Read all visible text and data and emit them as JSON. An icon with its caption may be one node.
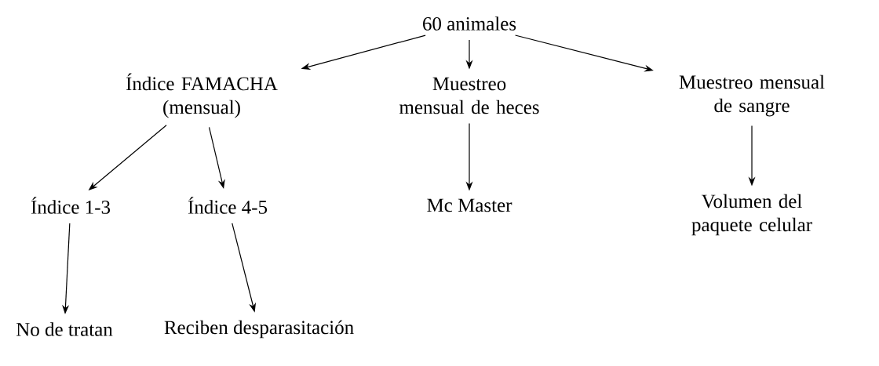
{
  "diagram": {
    "nodes": [
      {
        "text": [
          "60 animales"
        ]
      },
      {
        "text": [
          "Índice FAMACHA (mensual)"
        ]
      },
      {
        "text": [
          "Muestreo mensual de heces"
        ]
      },
      {
        "text": [
          "Muestreo mensual de sangre"
        ]
      },
      {
        "text": [
          "Índice 1-3"
        ]
      },
      {
        "text": [
          "Índice 4-5"
        ]
      },
      {
        "text": [
          "Mc Master"
        ]
      },
      {
        "text": [
          "Volumen del paquete celular"
        ]
      },
      {
        "text": [
          "No de tratan"
        ]
      },
      {
        "text": [
          "Reciben desparasitación"
        ]
      }
    ],
    "edges": [
      {
        "from": 0,
        "to": 1,
        "arrow": "to"
      },
      {
        "from": 0,
        "to": 2,
        "arrow": "to"
      },
      {
        "from": 0,
        "to": 3,
        "arrow": "to"
      },
      {
        "from": 1,
        "to": 4,
        "arrow": "to"
      },
      {
        "from": 1,
        "to": 5,
        "arrow": "to"
      },
      {
        "from": 2,
        "to": 6,
        "arrow": "to"
      },
      {
        "from": 3,
        "to": 7,
        "arrow": "to"
      },
      {
        "from": 4,
        "to": 8,
        "arrow": "to"
      },
      {
        "from": 5,
        "to": 9,
        "arrow": "to"
      }
    ]
  }
}
